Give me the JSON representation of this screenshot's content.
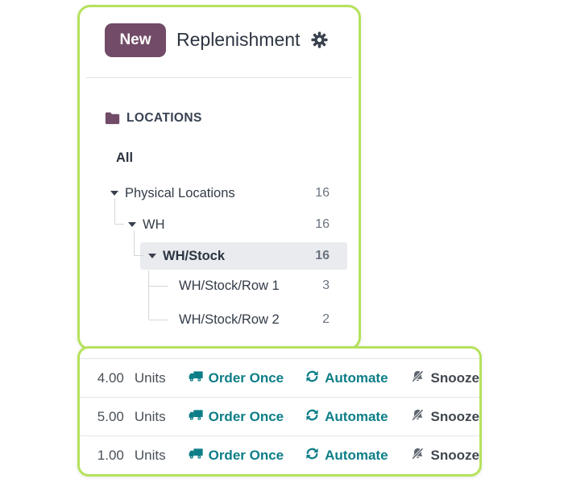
{
  "header": {
    "new_button_label": "New",
    "title": "Replenishment"
  },
  "locations": {
    "section_title": "LOCATIONS",
    "items": [
      {
        "label": "All"
      },
      {
        "label": "Physical Locations",
        "count": "16"
      },
      {
        "label": "WH",
        "count": "16"
      },
      {
        "label": "WH/Stock",
        "count": "16",
        "selected": true
      },
      {
        "label": "WH/Stock/Row 1",
        "count": "3"
      },
      {
        "label": "WH/Stock/Row 2",
        "count": "2"
      }
    ]
  },
  "rows": [
    {
      "qty": "4.00",
      "uom": "Units"
    },
    {
      "qty": "5.00",
      "uom": "Units"
    },
    {
      "qty": "1.00",
      "uom": "Units"
    }
  ],
  "actions": {
    "order_once": "Order Once",
    "automate": "Automate",
    "snooze": "Snooze"
  },
  "icons": {
    "gear": "gear-icon",
    "folder": "folder-icon",
    "caret": "caret-down-icon",
    "truck": "truck-icon",
    "refresh": "refresh-icon",
    "bell_slash": "bell-slash-icon"
  },
  "colors": {
    "annotation_border": "#b5e25b",
    "primary_purple": "#714B67",
    "link_teal": "#0d7e87",
    "text_dark": "#374151",
    "count_gray": "#6b7280",
    "selected_row_bg": "#e9ebee"
  }
}
